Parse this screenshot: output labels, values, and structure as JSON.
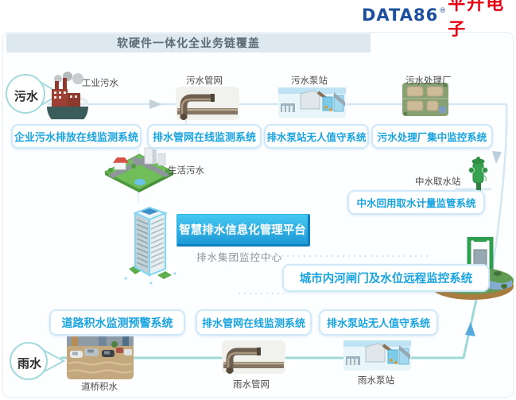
{
  "logo": {
    "brand": "DATA86",
    "reg": "®",
    "cn": "平升电子"
  },
  "header": {
    "title": "软硬件一体化全业务链覆盖"
  },
  "bubbles": {
    "sewage": "污水",
    "rain": "雨水"
  },
  "nodes": {
    "industrial_sewage": "工业污水",
    "sewage_pipe_network": "污水管网",
    "sewage_pump_station": "污水泵站",
    "sewage_treatment_plant": "污水处理厂",
    "domestic_sewage": "生活污水",
    "reclaimed_water_station": "中水取水站",
    "monitoring_center": "排水集团监控中心",
    "road_bridge_flooding": "道桥积水",
    "rain_pipe_network": "雨水管网",
    "rain_pump_station": "雨水泵站"
  },
  "systems": {
    "enterprise_discharge": "企业污水排放在线监测系统",
    "drain_pipe_monitor_top": "排水管网在线监测系统",
    "pump_unmanned_top": "排水泵站无人值守系统",
    "plant_central_monitor": "污水处理厂集中监控系统",
    "reclaimed_metering": "中水回用取水计量监管系统",
    "river_gate_monitor": "城市内河闸门及水位远程监控系统",
    "road_flood_warning": "道路积水监测预警系统",
    "drain_pipe_monitor_bottom": "排水管网在线监测系统",
    "pump_unmanned_bottom": "排水泵站无人值守系统"
  },
  "platform": {
    "button_label": "智慧排水信息化管理平台"
  },
  "colors": {
    "system_text": "#18a3e1",
    "system_border": "#cfe9f8",
    "platform_button_blue": "#1d99d5",
    "header_bg": "#dde8f1",
    "logo_blue": "#1d4f9f",
    "logo_red": "#e60012",
    "line_blue": "#d6e7f4",
    "line_teal": "#9edad5"
  }
}
